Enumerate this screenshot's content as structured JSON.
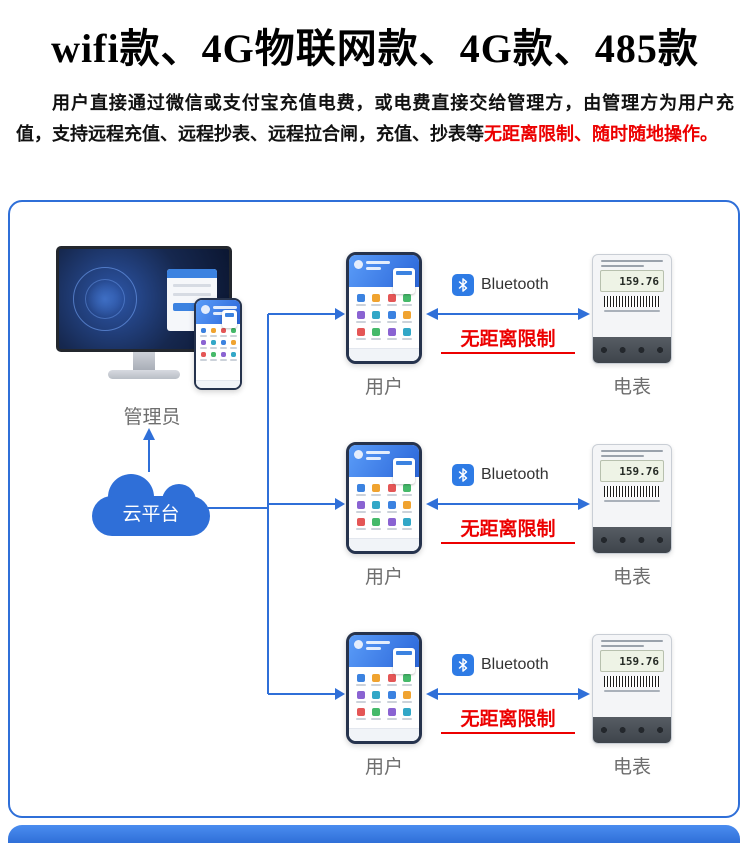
{
  "page": {
    "title": "wifi款、4G物联网款、4G款、485款",
    "intro_text": "用户直接通过微信或支付宝充值电费，或电费直接交给管理方，由管理方为用户充值，支持远程充值、远程抄表、远程拉合闸，充值、抄表等",
    "intro_highlight": "无距离限制、随时随地操作。"
  },
  "colors": {
    "accent_blue": "#2f6fd8",
    "highlight_red": "#ec0000",
    "label_gray": "#6e6e6e",
    "bluetooth_blue": "#2e7be5"
  },
  "diagram": {
    "admin_label": "管理员",
    "cloud_label": "云平台",
    "rows": [
      {
        "user_label": "用户",
        "bluetooth_label": "Bluetooth",
        "range_label": "无距离限制",
        "meter_label": "电表",
        "meter_reading": "159.76"
      },
      {
        "user_label": "用户",
        "bluetooth_label": "Bluetooth",
        "range_label": "无距离限制",
        "meter_label": "电表",
        "meter_reading": "159.76"
      },
      {
        "user_label": "用户",
        "bluetooth_label": "Bluetooth",
        "range_label": "无距离限制",
        "meter_label": "电表",
        "meter_reading": "159.76"
      }
    ]
  }
}
